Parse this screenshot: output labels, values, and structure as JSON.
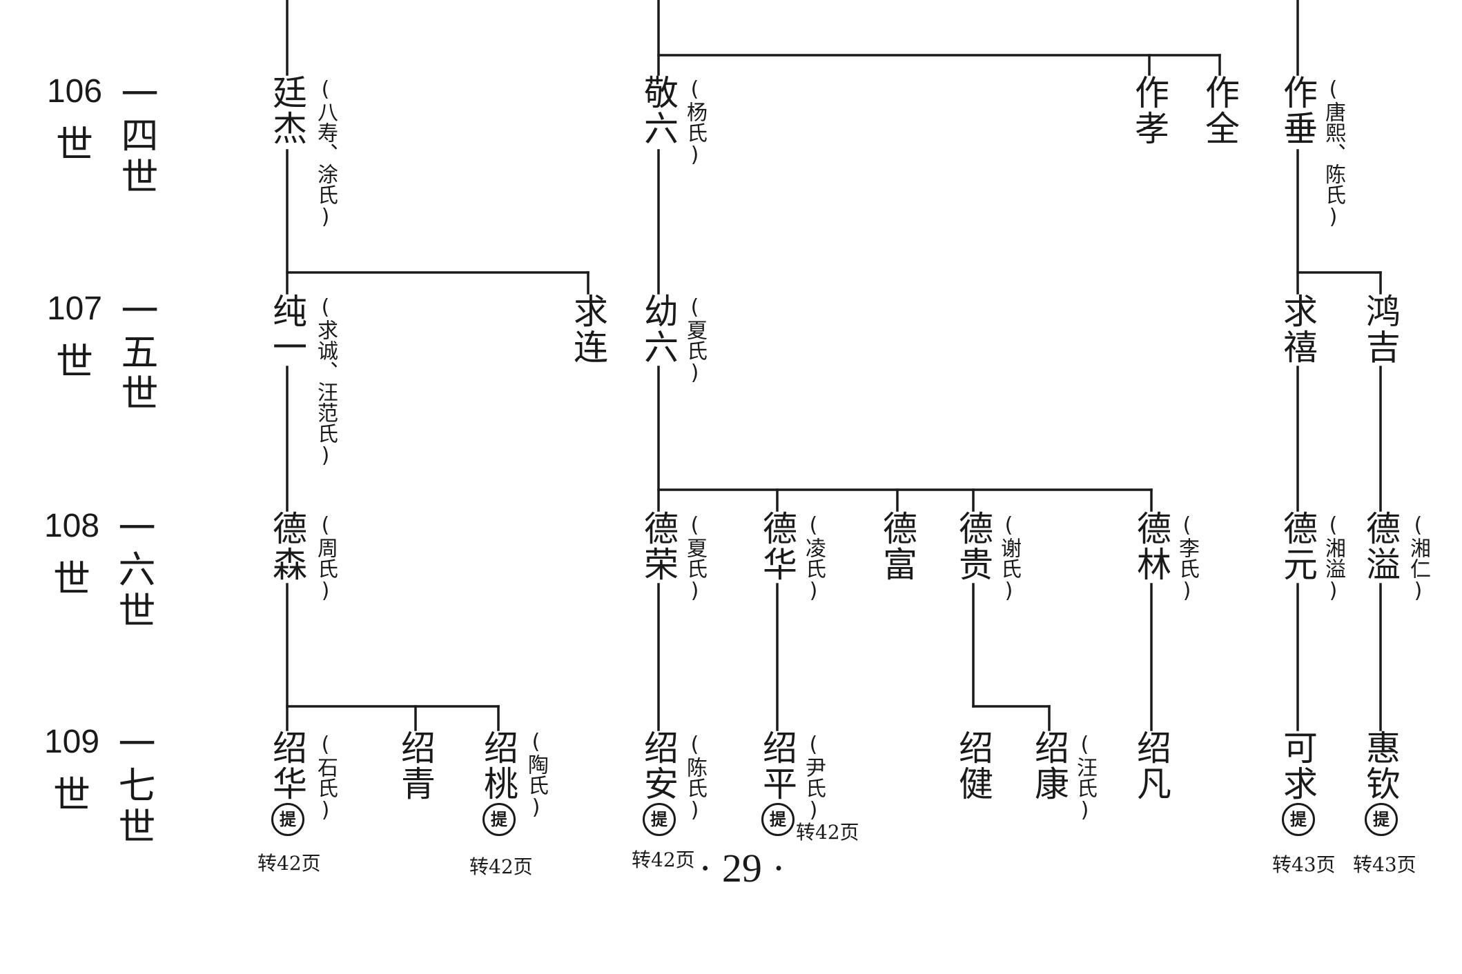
{
  "generations": [
    {
      "num": "106",
      "shi": "世",
      "rel": "一四世"
    },
    {
      "num": "107",
      "shi": "世",
      "rel": "一五世"
    },
    {
      "num": "108",
      "shi": "世",
      "rel": "一六世"
    },
    {
      "num": "109",
      "shi": "世",
      "rel": "一七世"
    }
  ],
  "people": {
    "tingjie": {
      "name": "廷杰",
      "spouse": "(八寿、涂氏)"
    },
    "jingliu": {
      "name": "敬六",
      "spouse": "(杨氏)"
    },
    "zuoxiao": {
      "name": "作孝"
    },
    "zuoquan": {
      "name": "作全"
    },
    "zuochui": {
      "name": "作垂",
      "spouse": "(唐熙、陈氏)"
    },
    "chunyi": {
      "name": "纯一",
      "spouse": "(求诚、汪范氏)"
    },
    "qiulian": {
      "name": "求连"
    },
    "youliu": {
      "name": "幼六",
      "spouse": "(夏氏)"
    },
    "qiuxi": {
      "name": "求禧"
    },
    "hongji": {
      "name": "鸿吉"
    },
    "desen": {
      "name": "德森",
      "spouse": "(周氏)"
    },
    "derong": {
      "name": "德荣",
      "spouse": "(夏氏)"
    },
    "dehua": {
      "name": "德华",
      "spouse": "(凌氏)"
    },
    "defu": {
      "name": "德富"
    },
    "degui": {
      "name": "德贵",
      "spouse": "(谢氏)"
    },
    "delin": {
      "name": "德林",
      "spouse": "(李氏)"
    },
    "deyuan": {
      "name": "德元",
      "spouse": "(湘溢)"
    },
    "deyi": {
      "name": "德溢",
      "spouse": "(湘仁)"
    },
    "shaohua": {
      "name": "绍华",
      "spouse": "(石氏)",
      "mark": "提",
      "ref": "转42页"
    },
    "shaoqing": {
      "name": "绍青"
    },
    "shaotao": {
      "name": "绍桃",
      "spouse": "(陶氏)",
      "mark": "提",
      "ref": "转42页"
    },
    "shaoan": {
      "name": "绍安",
      "spouse": "(陈氏)",
      "mark": "提",
      "ref": "转42页"
    },
    "shaoping": {
      "name": "绍平",
      "spouse": "(尹氏)",
      "mark": "提",
      "ref": "转42页"
    },
    "shaojian": {
      "name": "绍健"
    },
    "shaokang": {
      "name": "绍康",
      "spouse": "(汪氏)"
    },
    "shaofan": {
      "name": "绍凡"
    },
    "keqiu": {
      "name": "可求",
      "mark": "提",
      "ref": "转43页"
    },
    "huiqin": {
      "name": "惠钦",
      "mark": "提",
      "ref": "转43页"
    }
  },
  "page_number": "· 29 ·"
}
